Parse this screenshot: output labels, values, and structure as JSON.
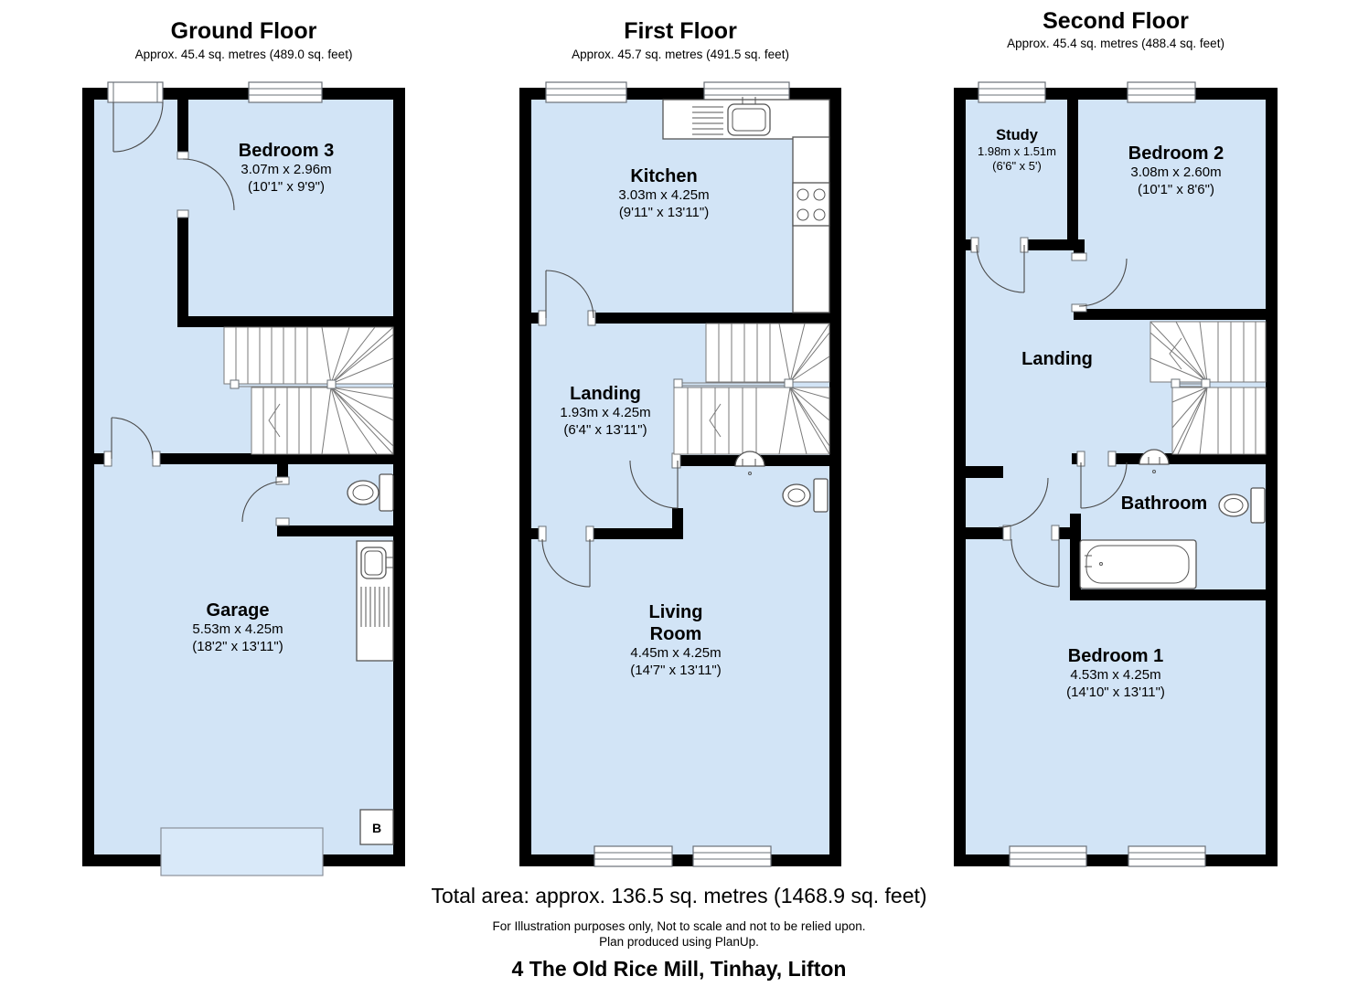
{
  "page": {
    "total_area": "Total area: approx. 136.5 sq. metres (1468.9 sq. feet)",
    "disclaimer_line1": "For Illustration purposes only, Not to scale and not to be relied upon.",
    "disclaimer_line2": "Plan produced using PlanUp.",
    "address": "4 The Old Rice Mill, Tinhay, Lifton"
  },
  "colors": {
    "room_fill": "#d2e4f6",
    "wall": "#000000"
  },
  "floors": [
    {
      "title": "Ground Floor",
      "subtitle": "Approx. 45.4 sq. metres (489.0 sq. feet)",
      "boiler_label": "B",
      "rooms": [
        {
          "name": "Bedroom 3",
          "metric": "3.07m x 2.96m",
          "imperial": "(10'1\" x 9'9\")"
        },
        {
          "name": "Garage",
          "metric": "5.53m x 4.25m",
          "imperial": "(18'2\" x 13'11\")"
        }
      ]
    },
    {
      "title": "First Floor",
      "subtitle": "Approx. 45.7 sq. metres (491.5 sq. feet)",
      "rooms": [
        {
          "name": "Kitchen",
          "metric": "3.03m x 4.25m",
          "imperial": "(9'11\" x 13'11\")"
        },
        {
          "name": "Landing",
          "metric": "1.93m x 4.25m",
          "imperial": "(6'4\" x 13'11\")"
        },
        {
          "name": "Living\nRoom",
          "metric": "4.45m x 4.25m",
          "imperial": "(14'7\" x 13'11\")"
        }
      ]
    },
    {
      "title": "Second Floor",
      "subtitle": "Approx. 45.4 sq. metres (488.4 sq. feet)",
      "rooms": [
        {
          "name": "Study",
          "metric": "1.98m x 1.51m",
          "imperial": "(6'6\" x 5')"
        },
        {
          "name": "Bedroom 2",
          "metric": "3.08m x 2.60m",
          "imperial": "(10'1\" x 8'6\")"
        },
        {
          "name": "Landing",
          "metric": "",
          "imperial": ""
        },
        {
          "name": "Bathroom",
          "metric": "",
          "imperial": ""
        },
        {
          "name": "Bedroom 1",
          "metric": "4.53m x 4.25m",
          "imperial": "(14'10\" x 13'11\")"
        }
      ]
    }
  ]
}
